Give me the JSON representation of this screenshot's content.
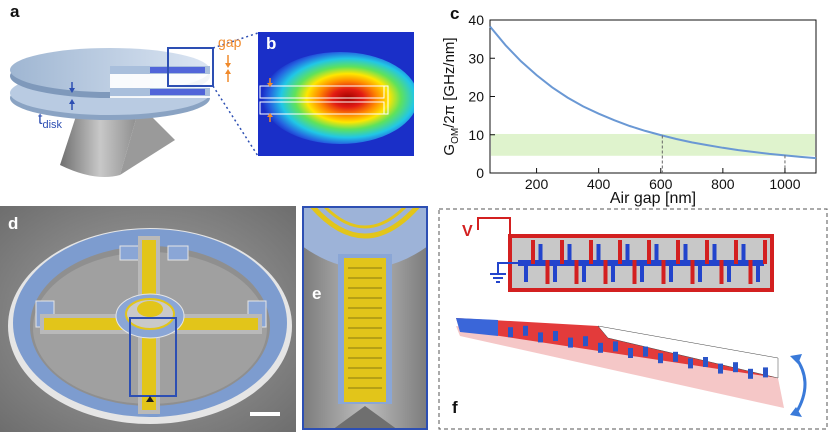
{
  "panels": {
    "a": {
      "label": "a",
      "gap_label": "gap",
      "t_label": "t",
      "t_sub": "disk"
    },
    "b": {
      "label": "b"
    },
    "c": {
      "label": "c"
    },
    "d": {
      "label": "d"
    },
    "e": {
      "label": "e"
    },
    "f": {
      "label": "f",
      "voltage_label": "V"
    }
  },
  "chart_data": {
    "type": "line",
    "xlabel": "Air gap [nm]",
    "ylabel_main": "G",
    "ylabel_sub": "OM",
    "ylabel_rest": "/2π [GHz/nm]",
    "xlim": [
      50,
      1100
    ],
    "ylim": [
      0,
      40
    ],
    "xticks": [
      200,
      400,
      600,
      800,
      1000
    ],
    "yticks": [
      0,
      10,
      20,
      30,
      40
    ],
    "grid": false,
    "series": [
      {
        "x": [
          50,
          100,
          150,
          200,
          250,
          300,
          350,
          400,
          450,
          500,
          550,
          600,
          650,
          700,
          750,
          800,
          850,
          900,
          950,
          1000,
          1050,
          1100
        ],
        "y": [
          38.3,
          33.4,
          29.2,
          25.6,
          22.4,
          19.7,
          17.4,
          15.5,
          13.8,
          12.3,
          11.0,
          9.9,
          8.9,
          8.0,
          7.3,
          6.6,
          6.0,
          5.5,
          5.0,
          4.6,
          4.2,
          3.9
        ]
      }
    ],
    "band": {
      "y0": 4.5,
      "y1": 10.2
    },
    "markers": [
      {
        "x": 605,
        "y": 9.8
      },
      {
        "x": 1000,
        "y": 4.6
      }
    ]
  }
}
